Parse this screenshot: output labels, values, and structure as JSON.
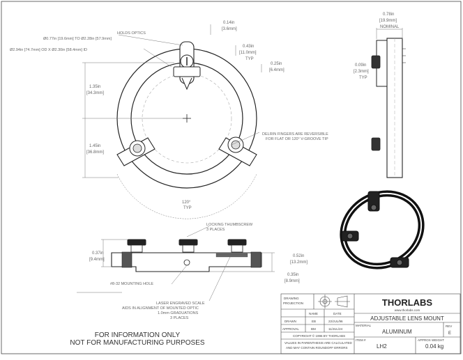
{
  "drawing": {
    "views": {
      "front": {
        "dims": {
          "holds_optics": "HOLDS OPTICS",
          "optic_range": "Ø0.77in [19.6mm] TO Ø2.28in [57.9mm]",
          "od_id": "Ø2.94in [74.7mm] OD X Ø2.30in [58.4mm] ID",
          "d_014_in": "0.14in",
          "d_014_mm": "[3.6mm]",
          "d_043_in": "0.43in",
          "d_043_mm": "[11.0mm]",
          "d_043_typ": "TYP",
          "d_025_in": "0.25in",
          "d_025_mm": "[6.4mm]",
          "d_135_in": "1.35in",
          "d_135_mm": "[34.3mm]",
          "d_145_in": "1.45in",
          "d_145_mm": "[36.8mm]",
          "angle": "120°",
          "angle_typ": "TYP"
        },
        "notes": {
          "delrin_1": "DELRIN FINGERS ARE REVERSIBLE",
          "delrin_2": "FOR FLAT OR 120° V-GROOVE TIP"
        }
      },
      "side": {
        "dims": {
          "d_078_in": "0.78in",
          "d_078_mm": "[19.9mm]",
          "nominal": "NOMINAL",
          "d_009_in": "0.09in",
          "d_009_mm": "[2.3mm]",
          "typ": "TYP"
        }
      },
      "bottom": {
        "dims": {
          "d_037_in": "0.37in",
          "d_037_mm": "[9.4mm]",
          "d_052_in": "0.52in",
          "d_052_mm": "[13.2mm]",
          "d_035_in": "0.35in",
          "d_035_mm": "[8.9mm]"
        },
        "notes": {
          "thumb_1": "LOCKING THUMBSCREW",
          "thumb_2": "3 PLACES",
          "hole": "#8-32 MOUNTING HOLE",
          "scale_1": "LASER ENGRAVED SCALE",
          "scale_2": "AIDS IN ALIGNMENT OF MOUNTED OPTIC",
          "scale_3": "1.0mm GRADUATIONS",
          "scale_4": "3 PLACES"
        }
      }
    },
    "disclaimer": {
      "line1": "FOR INFORMATION ONLY",
      "line2": "NOT FOR MANUFACTURING PURPOSES"
    },
    "title_block": {
      "drawing_projection_1": "DRAWING",
      "drawing_projection_2": "PROJECTION",
      "col_name": "NAME",
      "col_date": "DATE",
      "drawn_label": "DRAWN",
      "drawn_name": "EB",
      "drawn_date": "22/JUL/96",
      "approval_label": "APPROVAL",
      "approval_name": "BM",
      "approval_date": "11/JUL/24",
      "copyright": "COPYRIGHT © 1996 BY THORLABS",
      "note_1": "VALUES IN PARENTHESIS ARE CALCULATED",
      "note_2": "AND MAY CONTAIN ROUNDOFF ERRORS",
      "logo": "THORLABS",
      "website": "www.thorlabs.com",
      "title": "ADJUSTABLE LENS MOUNT",
      "material_label": "MATERIAL",
      "material": "ALUMINUM",
      "rev_label": "REV",
      "rev": "E",
      "item_label": "ITEM #",
      "item": "LH2",
      "weight_label": "APPROX WEIGHT",
      "weight": "0.04 kg"
    }
  }
}
